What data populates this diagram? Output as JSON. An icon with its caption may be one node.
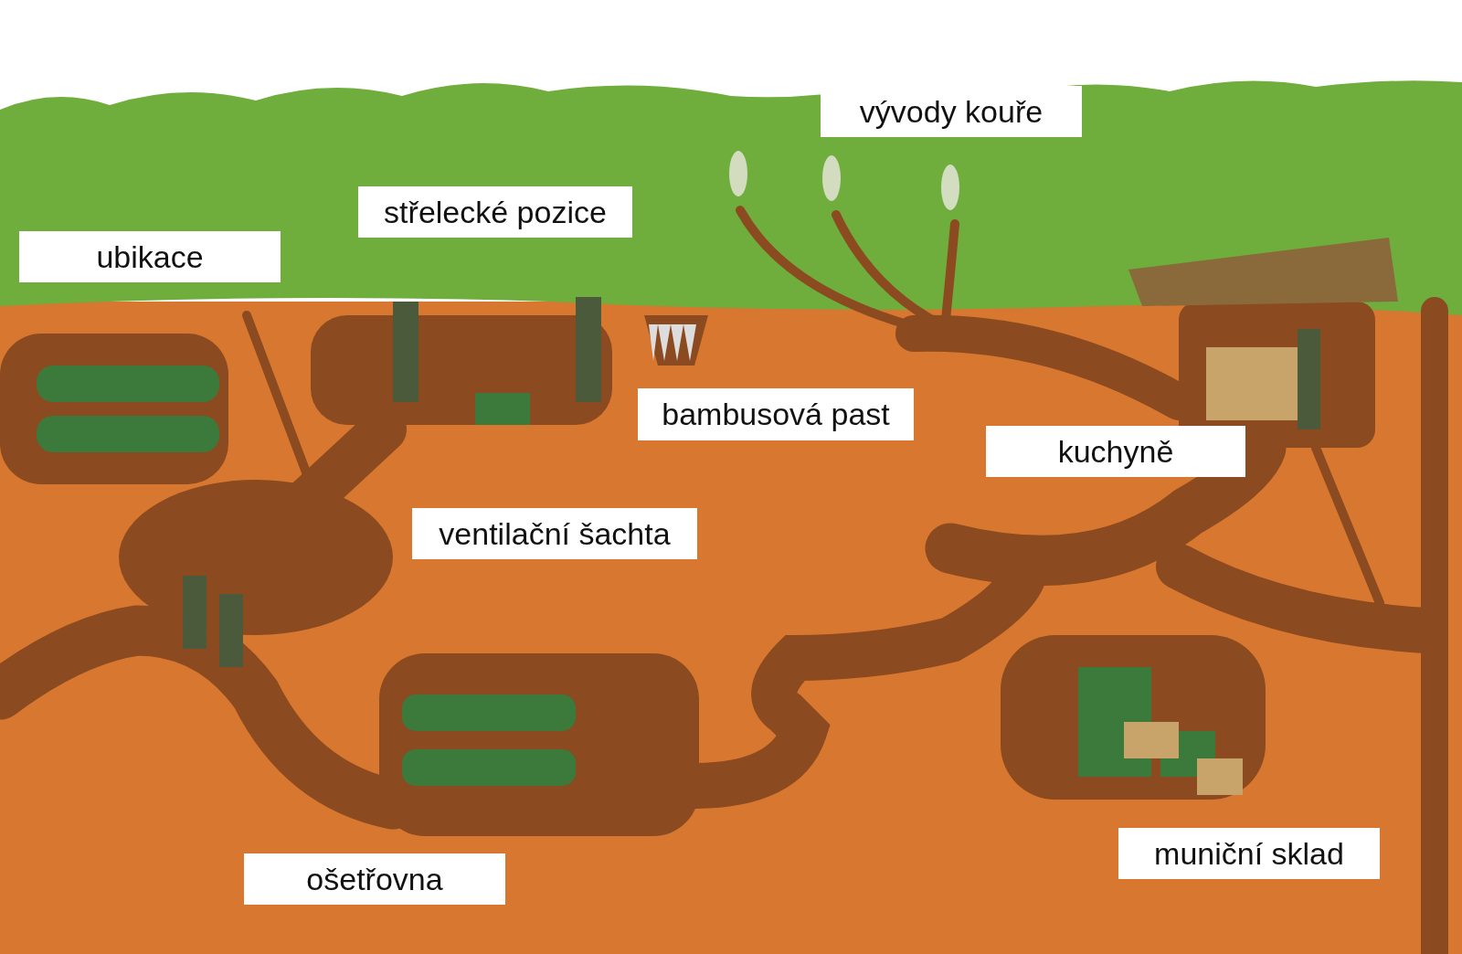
{
  "diagram": {
    "labels": [
      "vývody kouře",
      "střelecké pozice",
      "ubikace",
      "bambusová past",
      "kuchyně",
      "ventilační šachta",
      "muniční sklad",
      "ošetřovna"
    ]
  }
}
